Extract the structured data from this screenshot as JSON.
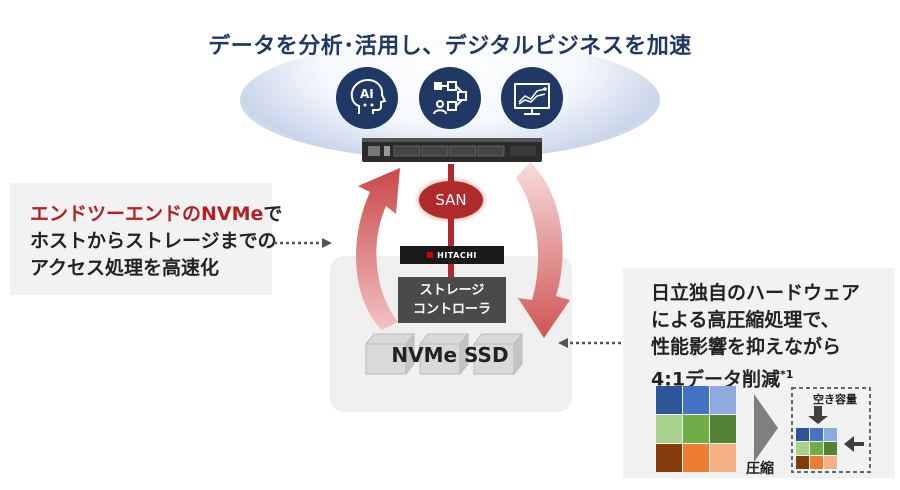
{
  "header": {
    "title": "データを分析･活用し、デジタルビジネスを加速",
    "icons": [
      "ai-head-icon",
      "workflow-icon",
      "analytics-chart-icon"
    ]
  },
  "center": {
    "san_label": "SAN",
    "hitachi_label": "HITACHI",
    "storage_controller": [
      "ストレージ",
      "コントローラ"
    ],
    "ssd_label": "NVMe SSD"
  },
  "left_callout": {
    "line1_red": "エンドツーエンドのNVMe",
    "line1_rest": "で",
    "line2": "ホストからストレージまでの",
    "line3": "アクセス処理を高速化"
  },
  "right_callout": {
    "line1": "日立独自のハードウェア",
    "line2": "による高圧縮処理で、",
    "line3_red": "性能影響を抑えながら",
    "line4_red": "4:1データ削減",
    "line4_note": "*1",
    "compress_label": "圧縮",
    "free_space_label": "空き容量"
  },
  "colors": {
    "navy": "#1f3864",
    "red": "#b22222",
    "grid": [
      "#2e5597",
      "#4472c4",
      "#8faadc",
      "#a9d18e",
      "#70ad47",
      "#548235",
      "#843c0c",
      "#ed7d31",
      "#f4b183"
    ]
  }
}
